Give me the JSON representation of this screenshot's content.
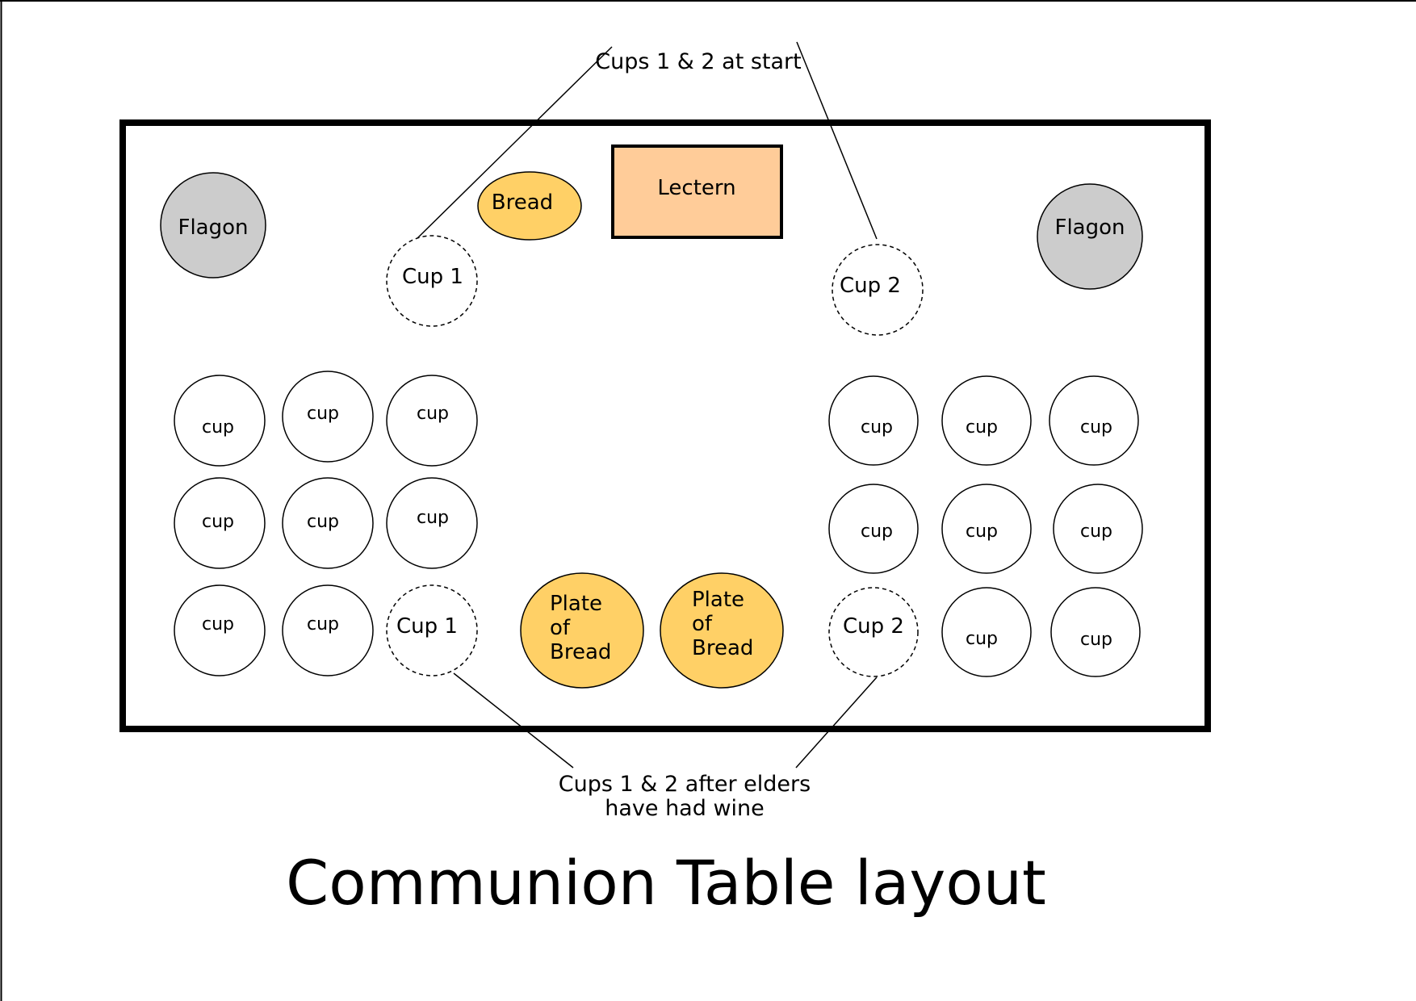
{
  "title": "Communion Table layout",
  "annotations": {
    "top": "Cups 1 & 2 at start",
    "bottom_line1": "Cups 1 & 2 after elders",
    "bottom_line2": "have had wine"
  },
  "colors": {
    "flagon": "#cccccc",
    "bread": "#ffd066",
    "lectern": "#ffcc99",
    "outline": "#000000",
    "background": "#ffffff"
  },
  "items": {
    "lectern": "Lectern",
    "bread": "Bread",
    "flagon_left": "Flagon",
    "flagon_right": "Flagon",
    "cup1_start": "Cup 1",
    "cup2_start": "Cup 2",
    "cup1_after": "Cup 1",
    "cup2_after": "Cup 2",
    "plate_left": [
      "Plate",
      "of",
      "Bread"
    ],
    "plate_right": [
      "Plate",
      "of",
      "Bread"
    ],
    "cup_label": "cup"
  }
}
